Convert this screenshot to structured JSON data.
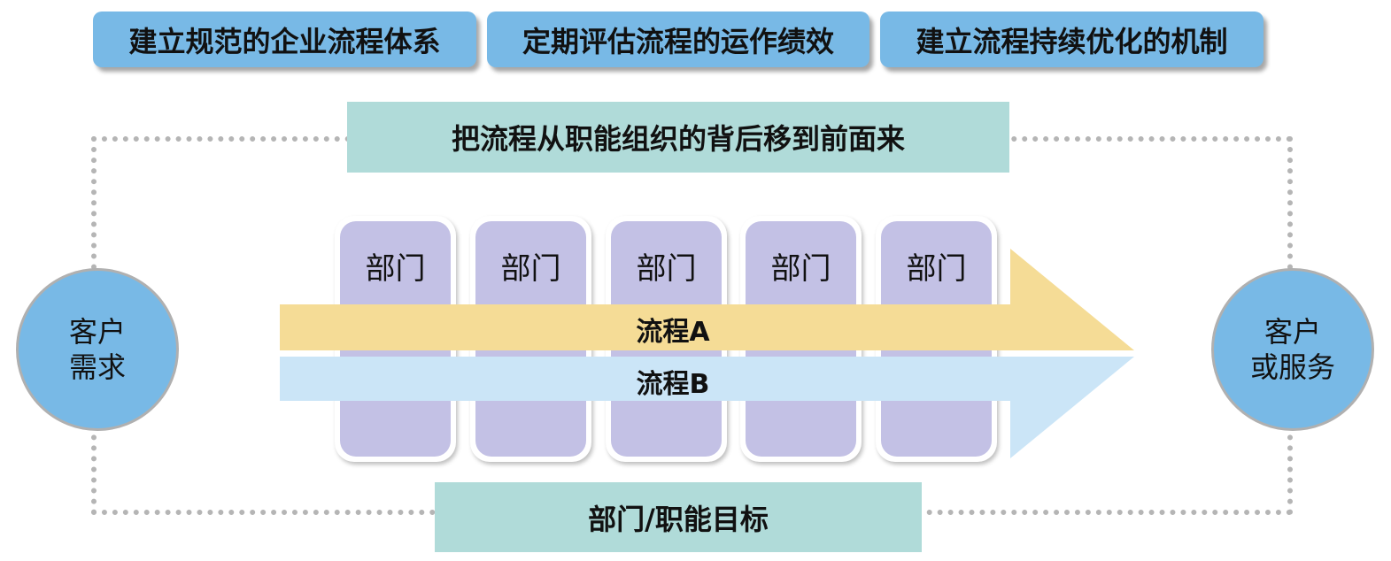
{
  "top_buttons": [
    {
      "label": "建立规范的企业流程体系"
    },
    {
      "label": "定期评估流程的运作绩效"
    },
    {
      "label": "建立流程持续优化的机制"
    }
  ],
  "top_banner": {
    "text": "把流程从职能组织的背后移到前面来"
  },
  "bottom_banner": {
    "text": "部门/职能目标"
  },
  "left_circle": {
    "line1": "客户",
    "line2": "需求"
  },
  "right_circle": {
    "line1": "客户",
    "line2": "或服务"
  },
  "departments": [
    {
      "label": "部门"
    },
    {
      "label": "部门"
    },
    {
      "label": "部门"
    },
    {
      "label": "部门"
    },
    {
      "label": "部门"
    }
  ],
  "flows": [
    {
      "label": "流程A",
      "color": "#f5dc96"
    },
    {
      "label": "流程B",
      "color": "#cbe5f7"
    }
  ],
  "colors": {
    "button_blue": "#78b9e6",
    "banner_teal": "#b0dbd9",
    "dept_lavender": "#c3c1e5",
    "dotted_gray": "#b5b5b5"
  }
}
